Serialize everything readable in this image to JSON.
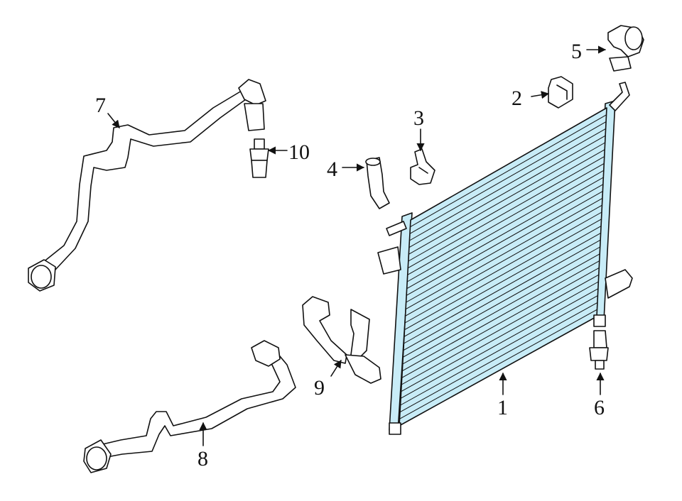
{
  "diagram": {
    "highlight_color": "#c8ecf7",
    "line_color": "#111111",
    "callouts": [
      {
        "id": "c1",
        "text": "1"
      },
      {
        "id": "c2",
        "text": "2"
      },
      {
        "id": "c3",
        "text": "3"
      },
      {
        "id": "c4",
        "text": "4"
      },
      {
        "id": "c5",
        "text": "5"
      },
      {
        "id": "c6",
        "text": "6"
      },
      {
        "id": "c7",
        "text": "7"
      },
      {
        "id": "c8",
        "text": "8"
      },
      {
        "id": "c9",
        "text": "9"
      },
      {
        "id": "c10",
        "text": "10"
      }
    ]
  }
}
